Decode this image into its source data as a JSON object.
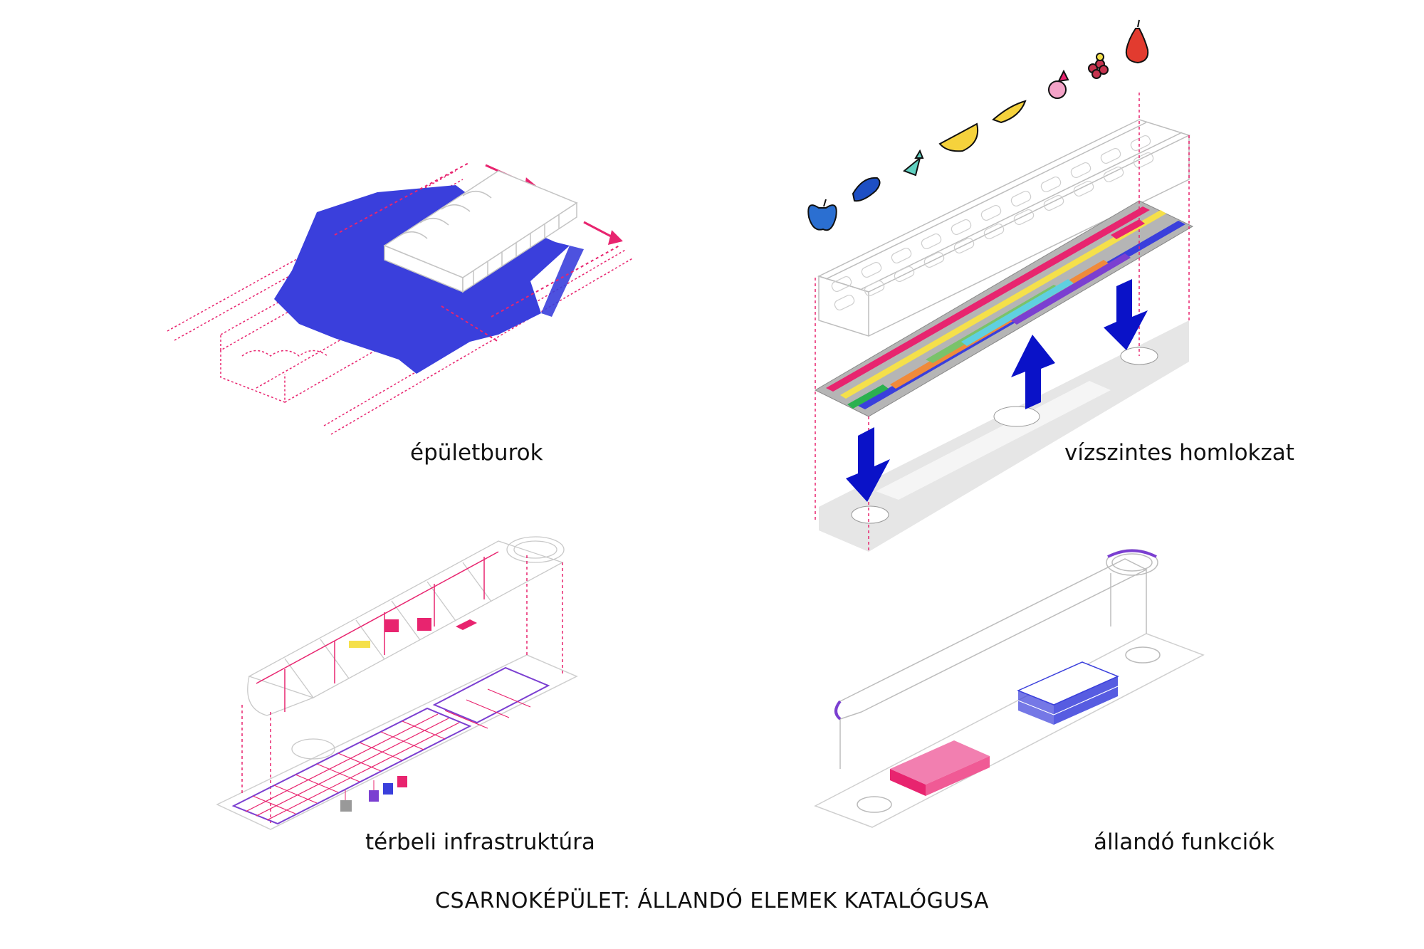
{
  "panels": [
    {
      "id": "envelope",
      "label": "épületburok"
    },
    {
      "id": "facade",
      "label": "vízszintes homlokzat"
    },
    {
      "id": "infrastructure",
      "label": "térbeli infrastruktúra"
    },
    {
      "id": "functions",
      "label": "állandó funkciók"
    }
  ],
  "caption": "CSARNOKÉPÜLET: ÁLLANDÓ ELEMEK KATALÓGUSA",
  "colors": {
    "blue": "#3a3fdc",
    "navy": "#0a12c8",
    "pink": "#e8246f",
    "purple": "#7b3fd1",
    "yellow": "#f5e04a",
    "gray_line": "#bdbdbd",
    "plate": "#e6e6e6"
  },
  "icons": [
    "apple-icon",
    "cucumber-icon",
    "carrot-icon",
    "lemon-icon",
    "peas-icon",
    "radish-icon",
    "grapes-icon",
    "pear-icon"
  ]
}
